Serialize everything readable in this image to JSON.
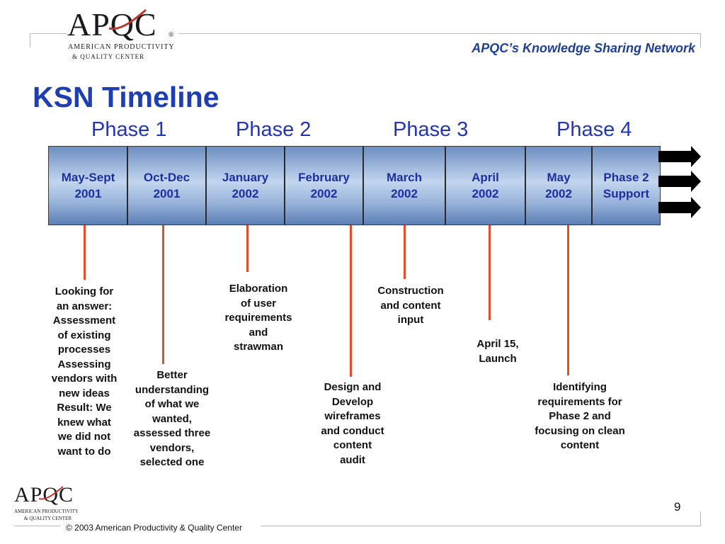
{
  "header": {
    "logo_word": "APQC",
    "logo_registered": "®",
    "logo_line1": "AMERICAN PRODUCTIVITY",
    "logo_line2": "& QUALITY CENTER",
    "network": "APQC’s Knowledge Sharing Network"
  },
  "title": "KSN Timeline",
  "phases": [
    "Phase 1",
    "Phase 2",
    "Phase 3",
    "Phase 4"
  ],
  "periods": [
    {
      "line1": "May-Sept",
      "line2": "2001"
    },
    {
      "line1": "Oct-Dec",
      "line2": "2001"
    },
    {
      "line1": "January",
      "line2": "2002"
    },
    {
      "line1": "February",
      "line2": "2002"
    },
    {
      "line1": "March",
      "line2": "2002"
    },
    {
      "line1": "April",
      "line2": "2002"
    },
    {
      "line1": "May",
      "line2": "2002"
    },
    {
      "line1": "Phase 2",
      "line2": "Support"
    }
  ],
  "notes": [
    {
      "lines": [
        "Looking for",
        "an answer:",
        "Assessment",
        "of existing",
        "processes",
        "Assessing",
        "vendors with",
        "new ideas",
        "Result: We",
        "knew what",
        "we did not",
        "want to do"
      ]
    },
    {
      "lines": [
        "Better",
        "understanding",
        "of what we",
        "wanted,",
        "assessed three",
        "vendors,",
        "selected one"
      ]
    },
    {
      "lines": [
        "Elaboration",
        "of user",
        "requirements",
        "and",
        "strawman"
      ]
    },
    {
      "lines": [
        "Design and",
        "Develop",
        "wireframes",
        "and conduct",
        "content",
        "audit"
      ]
    },
    {
      "lines": [
        "Construction",
        "and content",
        "input"
      ]
    },
    {
      "lines": [
        "April 15,",
        "Launch"
      ]
    },
    {
      "lines": [
        "Identifying",
        "requirements for",
        "Phase 2 and",
        "focusing on clean",
        "content"
      ]
    }
  ],
  "colors": {
    "title": "#1f3fb0",
    "phase_text": "#2336b0",
    "band_text": "#1c2fa0",
    "stick": "#e34f2a"
  },
  "footer": {
    "logo_word": "APQC",
    "logo_line1": "AMERICAN PRODUCTIVITY",
    "logo_line2": "& QUALITY CENTER",
    "copyright": "© 2003 American Productivity & Quality Center",
    "page_number": "9"
  }
}
